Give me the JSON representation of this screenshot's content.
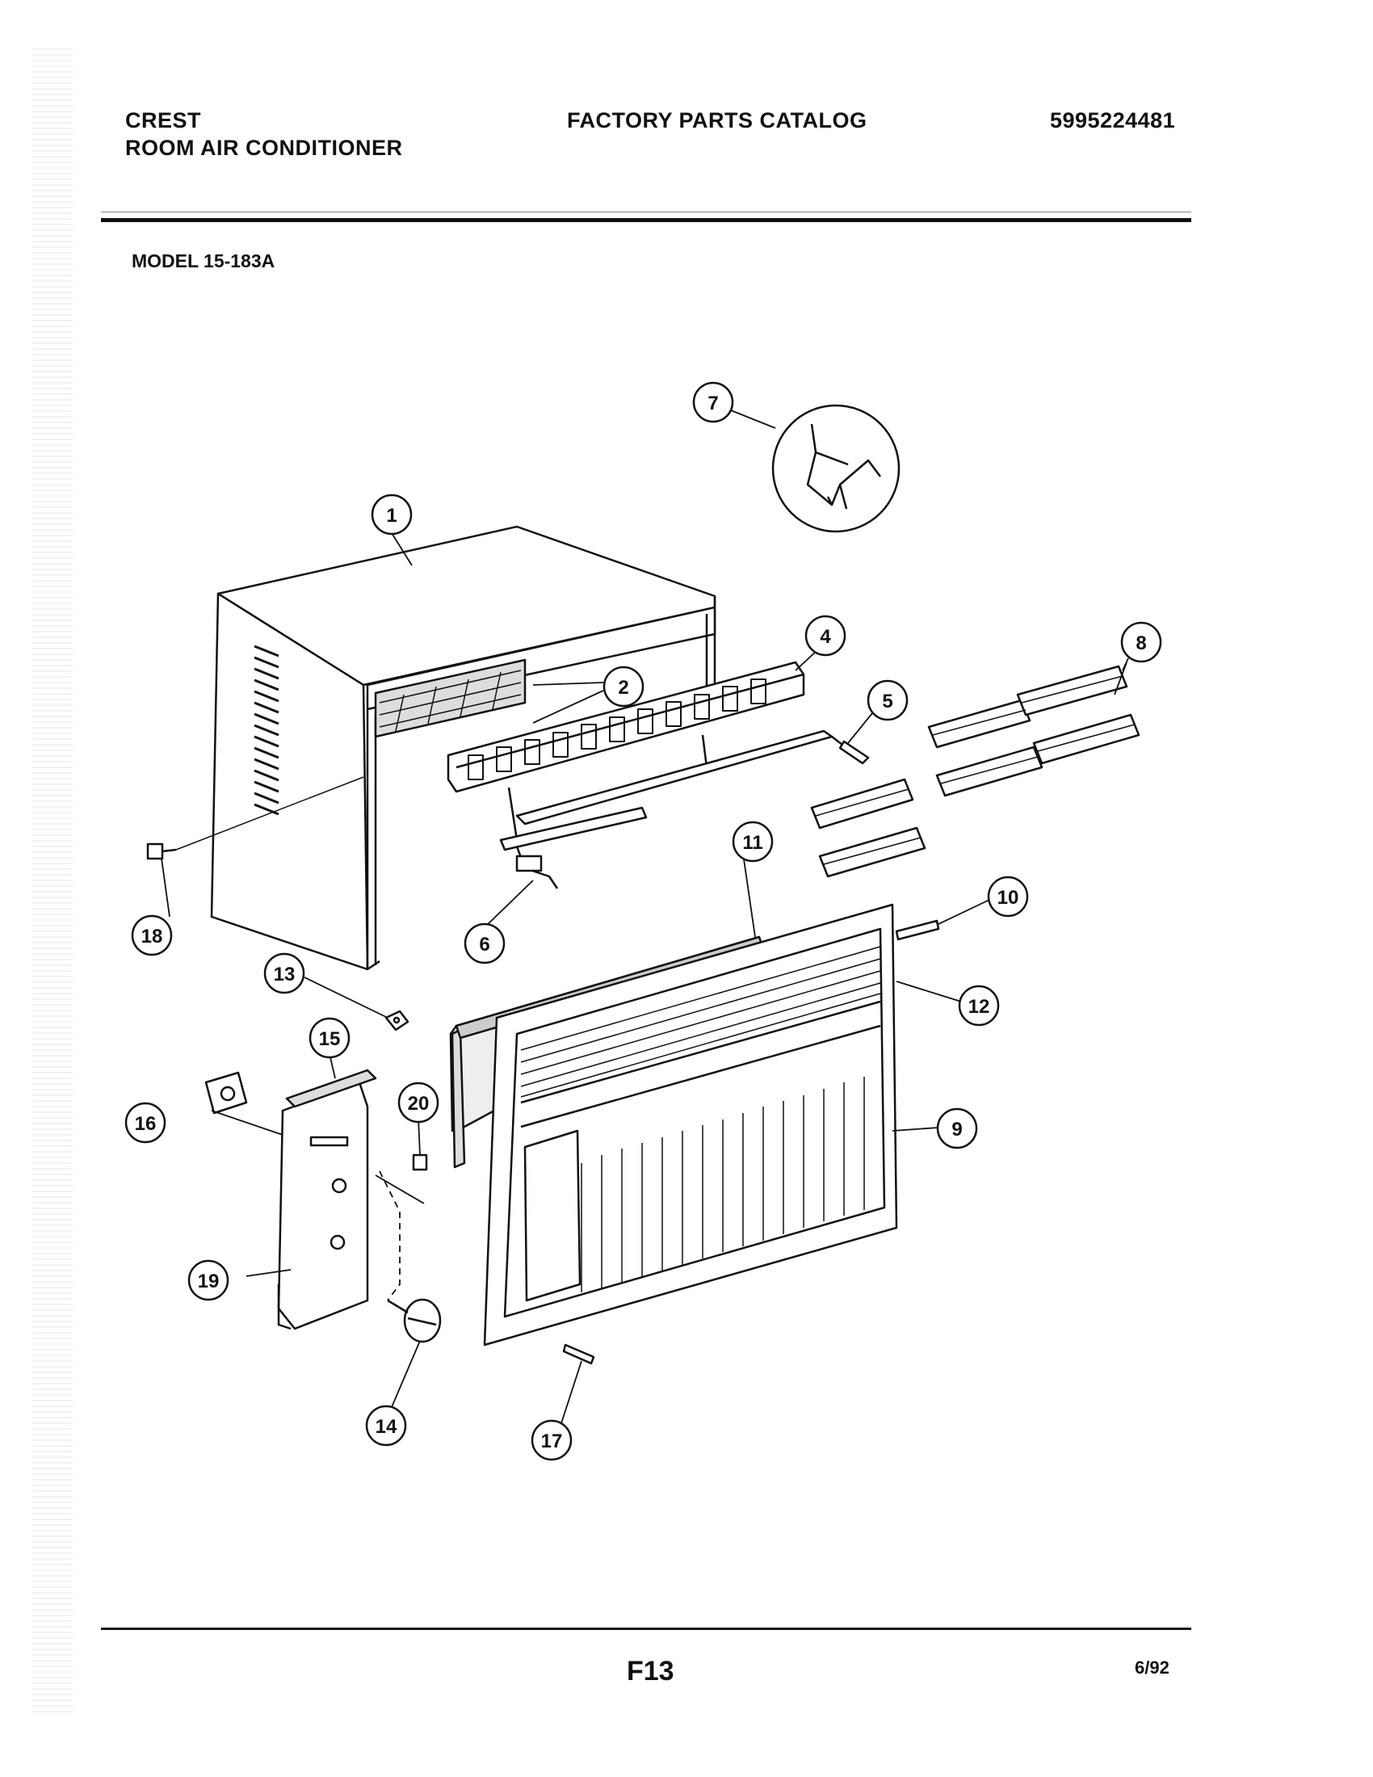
{
  "header": {
    "brand": "CREST",
    "product": "ROOM AIR CONDITIONER",
    "catalog_title": "FACTORY PARTS CATALOG",
    "catalog_number": "5995224481"
  },
  "model": "MODEL 15-183A",
  "footer": {
    "page": "F13",
    "date": "6/92"
  },
  "callouts": [
    "1",
    "2",
    "4",
    "5",
    "6",
    "7",
    "8",
    "9",
    "10",
    "11",
    "12",
    "13",
    "14",
    "15",
    "16",
    "17",
    "18",
    "19",
    "20"
  ]
}
